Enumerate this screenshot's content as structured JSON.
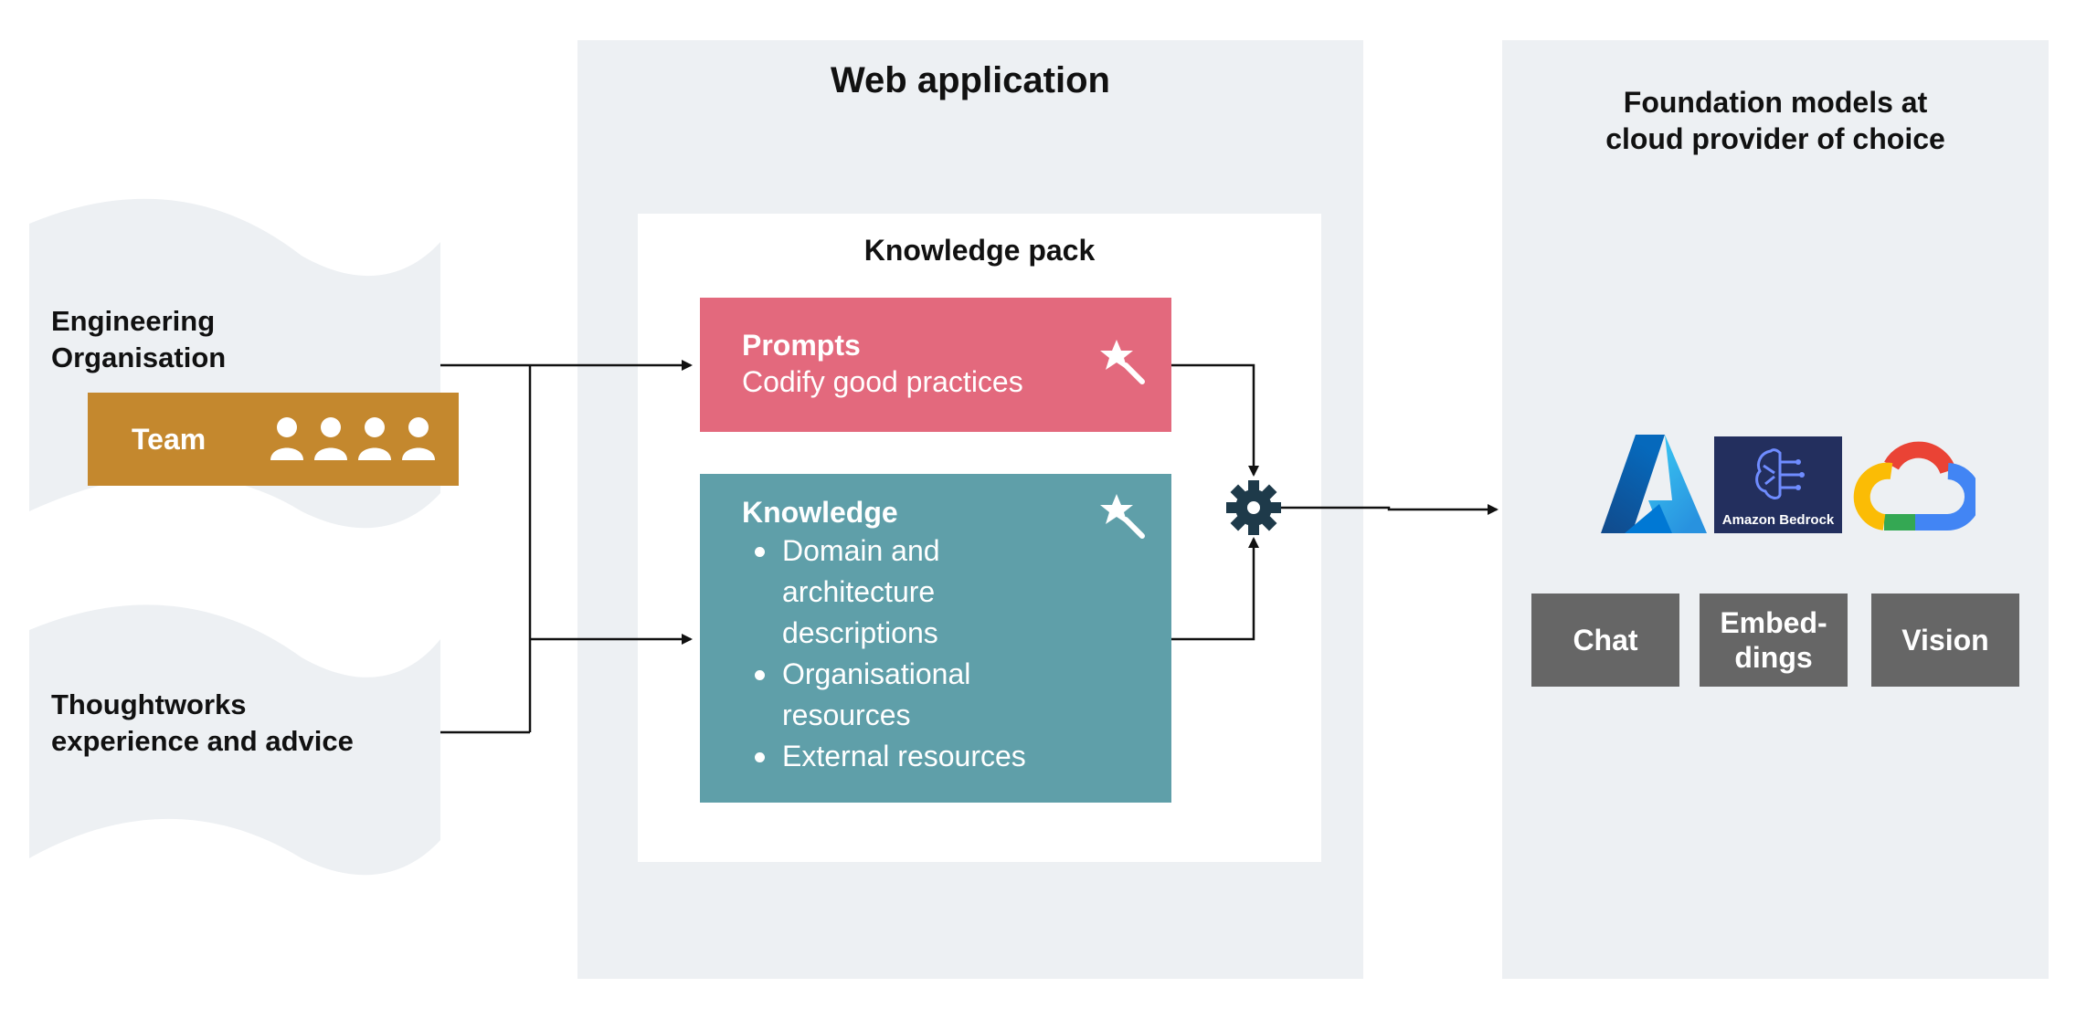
{
  "web_app": {
    "title": "Web application"
  },
  "foundation": {
    "title_line1": "Foundation models at",
    "title_line2": "cloud provider of choice"
  },
  "sources": {
    "engineering": {
      "line1": "Engineering",
      "line2": "Organisation"
    },
    "team": {
      "label": "Team",
      "member_icon": "person-icon",
      "member_count": 4
    },
    "thoughtworks": {
      "line1": "Thoughtworks",
      "line2": "experience and advice"
    }
  },
  "knowledge_pack": {
    "title": "Knowledge pack",
    "prompts": {
      "title": "Prompts",
      "subtitle": "Codify good practices",
      "icon": "magic-wand-icon"
    },
    "knowledge": {
      "title": "Knowledge",
      "icon": "magic-wand-icon",
      "items": [
        {
          "line1": "Domain and",
          "line2": "architecture",
          "line3": "descriptions"
        },
        {
          "line1": "Organisational",
          "line2": "resources"
        },
        {
          "line1": "External resources"
        }
      ]
    },
    "combiner_icon": "gear-icon"
  },
  "providers": {
    "logos": [
      "azure-logo",
      "amazon-bedrock-logo",
      "google-cloud-logo"
    ],
    "bedrock_label": "Amazon Bedrock"
  },
  "models": {
    "chat": "Chat",
    "embeddings_line1": "Embed-",
    "embeddings_line2": "dings",
    "vision": "Vision"
  },
  "colors": {
    "panel_bg": "#edf0f3",
    "prompts": "#e3697d",
    "knowledge": "#5f9fa9",
    "team": "#c4882e",
    "model_button": "#666666",
    "gear": "#1e3a4a"
  }
}
